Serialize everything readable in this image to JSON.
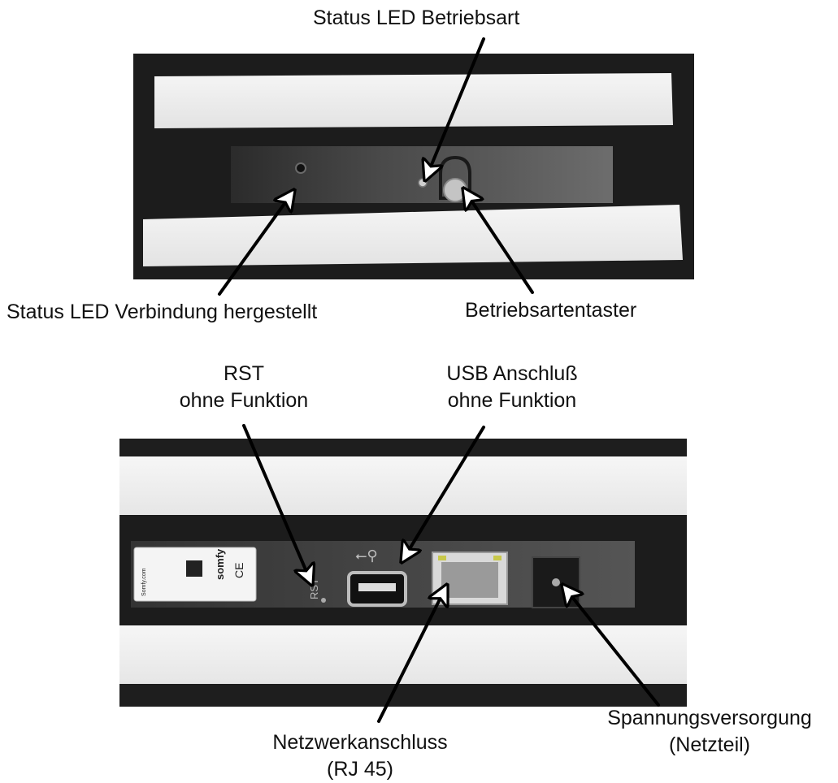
{
  "labels": {
    "status_led_mode": "Status LED Betriebsart",
    "status_led_connected": "Status LED Verbindung hergestellt",
    "mode_button": "Betriebsartentaster",
    "rst_line1": "RST",
    "rst_line2": "ohne Funktion",
    "usb_line1": "USB Anschluß",
    "usb_line2": "ohne Funktion",
    "network_line1": "Netzwerkanschluss",
    "network_line2": "(RJ 45)",
    "power_line1": "Spannungsversorgung",
    "power_line2": "(Netzteil)"
  },
  "device_label": {
    "brand": "somfy",
    "site": "Somfy.com",
    "rst_print": "RST"
  },
  "colors": {
    "device_dark": "#1e1e1e",
    "panel_grey": "#3f3f3f",
    "white_strip": "#efefef",
    "label_sticker": "#f4f4f4"
  }
}
